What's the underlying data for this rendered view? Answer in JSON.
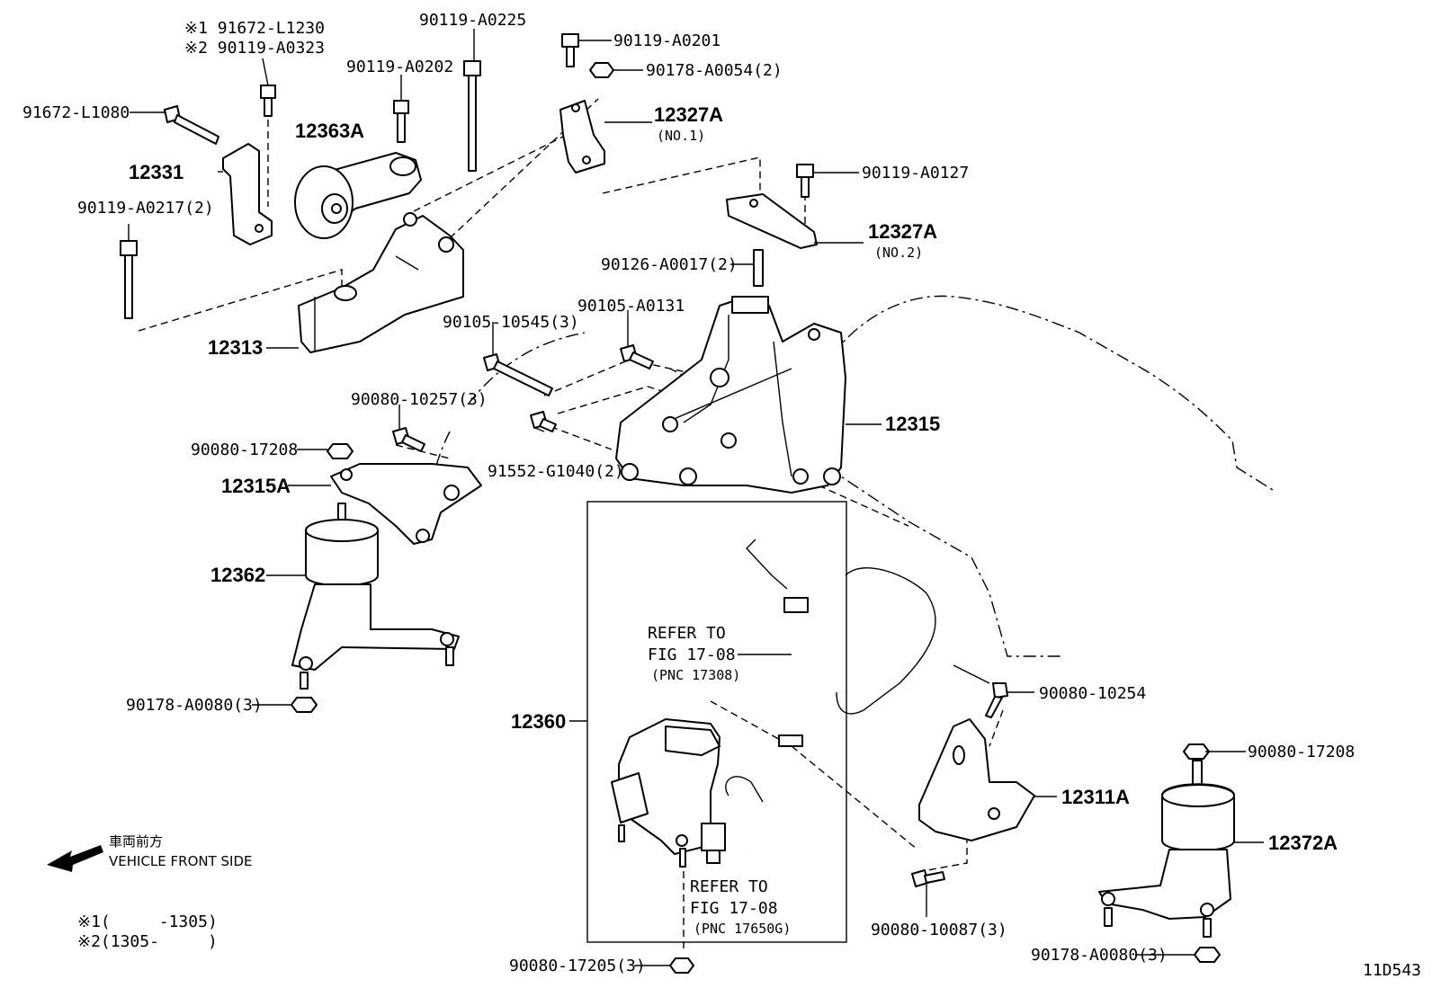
{
  "figure_code": "11D543",
  "callouts": {
    "c_12331": "12331",
    "c_12363A": "12363A",
    "c_12313": "12313",
    "c_12327A_1": "12327A",
    "c_12327A_1_sub": "(NO.1)",
    "c_12327A_2": "12327A",
    "c_12327A_2_sub": "(NO.2)",
    "c_12315": "12315",
    "c_12315A": "12315A",
    "c_12362": "12362",
    "c_12360": "12360",
    "c_12311A": "12311A",
    "c_12372A": "12372A"
  },
  "parts": {
    "p_91672_L1230": "※1 91672-L1230",
    "p_90119_A0323": "※2 90119-A0323",
    "p_90119_A0225": "90119-A0225",
    "p_90119_A0202": "90119-A0202",
    "p_91672_L1080": "91672-L1080",
    "p_90119_A0217": "90119-A0217(2)",
    "p_90119_A0201": "90119-A0201",
    "p_90178_A0054": "90178-A0054(2)",
    "p_90119_A0127": "90119-A0127",
    "p_90126_A0017": "90126-A0017(2)",
    "p_90105_10545": "90105-10545(3)",
    "p_90105_A0131": "90105-A0131",
    "p_90080_10257": "90080-10257(3)",
    "p_90080_17208_a": "90080-17208",
    "p_91552_G1040": "91552-G1040(2)",
    "p_90178_A0080_a": "90178-A0080(3)",
    "p_90080_10254": "90080-10254",
    "p_90080_17208_b": "90080-17208",
    "p_90080_10087": "90080-10087(3)",
    "p_90178_A0080_b": "90178-A0080(3)",
    "p_90080_17205": "90080-17205(3)"
  },
  "refer1": {
    "line1": "REFER TO",
    "line2": "FIG 17-08",
    "line3": "(PNC 17308)"
  },
  "refer2": {
    "line1": "REFER TO",
    "line2": "FIG 17-08",
    "line3": "(PNC 17650G)"
  },
  "direction": {
    "jp": "車両前方",
    "en": "VEHICLE FRONT SIDE"
  },
  "notes": {
    "note1": "※1(　　　-1305)",
    "note2": "※2(1305-　　　)"
  }
}
